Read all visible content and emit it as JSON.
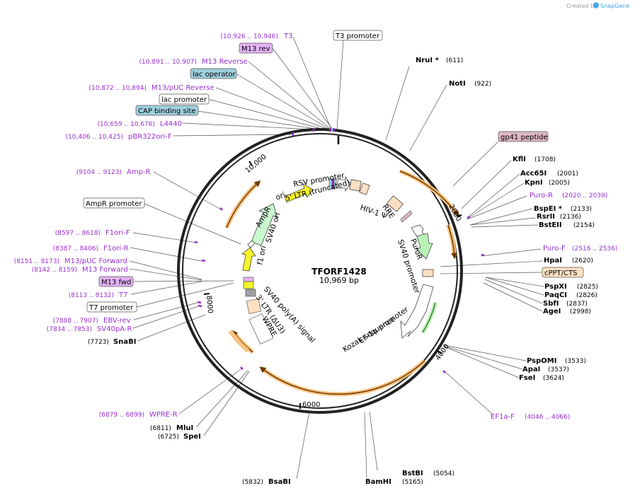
{
  "header": {
    "credit_text": "Created by",
    "credit_brand": "SnapGene"
  },
  "center": {
    "title": "TFORF1428",
    "length": "10,969 bp"
  },
  "ticks": [
    "2000",
    "4000",
    "6000",
    "8000",
    "10,000"
  ],
  "primers": [
    {
      "pos": "(10,926 .. 10,946)",
      "name": "T3"
    },
    {
      "pos": "(10,891 .. 10,907)",
      "name": "M13 Reverse"
    },
    {
      "pos": "(10,872 .. 10,894)",
      "name": "M13/pUC Reverse"
    },
    {
      "pos": "(10,659 .. 10,676)",
      "name": "L4440"
    },
    {
      "pos": "(10,406 .. 10,425)",
      "name": "pBR322ori-F"
    },
    {
      "pos": "(9104 .. 9123)",
      "name": "Amp-R"
    },
    {
      "pos": "(8597 .. 8618)",
      "name": "F1ori-F"
    },
    {
      "pos": "(8387 .. 8406)",
      "name": "F1ori-R"
    },
    {
      "pos": "(8151 .. 8173)",
      "name": "M13/pUC Forward"
    },
    {
      "pos": "(8142 .. 8159)",
      "name": "M13 Forward"
    },
    {
      "pos": "(8113 .. 8132)",
      "name": "T7"
    },
    {
      "pos": "(7888 .. 7907)",
      "name": "EBV-rev"
    },
    {
      "pos": "(7834 .. 7853)",
      "name": "SV40pA-R"
    },
    {
      "pos": "(6879 .. 6899)",
      "name": "WPRE-R"
    },
    {
      "pos": "(2020 .. 2039)",
      "name": "Puro-R"
    },
    {
      "pos": "(2516 .. 2536)",
      "name": "Puro-F"
    },
    {
      "pos": "(4046 .. 4066)",
      "name": "EF1a-F"
    }
  ],
  "boxed_features": [
    {
      "name": "M13 rev",
      "color": "#e3b2f5"
    },
    {
      "name": "lac operator",
      "color": "#9fd0de"
    },
    {
      "name": "lac promoter",
      "color": "#ffffff"
    },
    {
      "name": "CAP binding site",
      "color": "#9fd0de"
    },
    {
      "name": "AmpR promoter",
      "color": "#ffffff"
    },
    {
      "name": "M13 fwd",
      "color": "#e3b2f5"
    },
    {
      "name": "T7 promoter",
      "color": "#ffffff"
    },
    {
      "name": "T3 promoter",
      "color": "#ffffff"
    },
    {
      "name": "gp41 peptide",
      "color": "#e0b8c2"
    },
    {
      "name": "cPPT/CTS",
      "color": "#fde0c2"
    }
  ],
  "enzymes": [
    {
      "name": "NruI *",
      "pos": "(611)"
    },
    {
      "name": "NotI",
      "pos": "(922)"
    },
    {
      "name": "KflI",
      "pos": "(1708)"
    },
    {
      "name": "Acc65I",
      "pos": "(2001)"
    },
    {
      "name": "KpnI",
      "pos": "(2005)"
    },
    {
      "name": "BspEI *",
      "pos": "(2133)"
    },
    {
      "name": "RsrII",
      "pos": "(2136)"
    },
    {
      "name": "BstEII",
      "pos": "(2154)"
    },
    {
      "name": "HpaI",
      "pos": "(2620)"
    },
    {
      "name": "PspXI",
      "pos": "(2825)"
    },
    {
      "name": "PaqCI",
      "pos": "(2826)"
    },
    {
      "name": "SbfI",
      "pos": "(2837)"
    },
    {
      "name": "AgeI",
      "pos": "(2998)"
    },
    {
      "name": "PspOMI",
      "pos": "(3533)"
    },
    {
      "name": "ApaI",
      "pos": "(3537)"
    },
    {
      "name": "FseI",
      "pos": "(3624)"
    },
    {
      "name": "BstBI",
      "pos": "(5054)"
    },
    {
      "name": "BamHI",
      "pos": "(5165)"
    },
    {
      "name": "BsaBI",
      "pos": "(5832)"
    },
    {
      "name": "MluI",
      "pos": "(6811)"
    },
    {
      "name": "SpeI",
      "pos": "(6725)"
    },
    {
      "name": "SnaBI",
      "pos": "(7723)"
    }
  ],
  "inner_labels": {
    "rsv": "RSV promoter",
    "ltr5": "5' LTR (truncated)",
    "hiv": "HIV-1 Ψ",
    "rre": "RRE",
    "puror": "PuroR",
    "sv40p": "SV40 promoter",
    "ef1a": "EF-1α promoter",
    "kozak": "Kozak sequence",
    "sv40pa": "SV40 poly(A) signal",
    "ltr3": "3' LTR (ΔU3)",
    "wpre": "WPRE",
    "sv40ori": "SV40 ori",
    "f1ori": "f1 ori",
    "ampr": "AmpR",
    "ori": "ori"
  },
  "colors": {
    "primer": "#9a2ed1",
    "orf": "#f3a43a",
    "ampr_fill": "#c9f7d0",
    "ori_fill": "#f6f42b",
    "promoter_fill": "#ffffff",
    "ltr_fill": "#fde0c2",
    "puror_fill": "#b9f1b4"
  }
}
